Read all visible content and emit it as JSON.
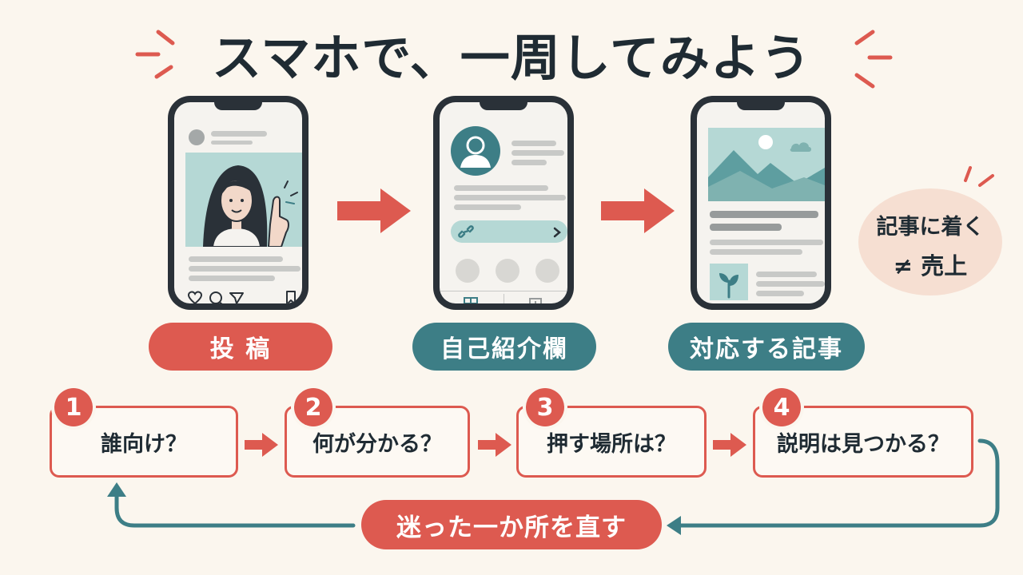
{
  "title": "スマホで、一周してみよう",
  "stages": [
    {
      "label": "投 稿"
    },
    {
      "label": "自己紹介欄"
    },
    {
      "label": "対応する記事"
    }
  ],
  "callout": {
    "line1": "記事に着く",
    "line2": "≠ 売上"
  },
  "steps": [
    {
      "number": "1",
      "label": "誰向け？"
    },
    {
      "number": "2",
      "label": "何が分かる？"
    },
    {
      "number": "3",
      "label": "押す場所は？"
    },
    {
      "number": "4",
      "label": "説明は見つかる？"
    }
  ],
  "fix_label": "迷った一か所を直す",
  "colors": {
    "accent_red": "#dd5a50",
    "accent_teal": "#3d7e86",
    "background": "#fbf6ee",
    "phone_frame": "#2a3138"
  },
  "icons": [
    "heart-icon",
    "comment-icon",
    "send-icon",
    "bookmark-icon",
    "link-icon",
    "chevron-right-icon",
    "grid-icon",
    "user-avatar-icon",
    "mountain-image-icon",
    "plant-icon"
  ]
}
